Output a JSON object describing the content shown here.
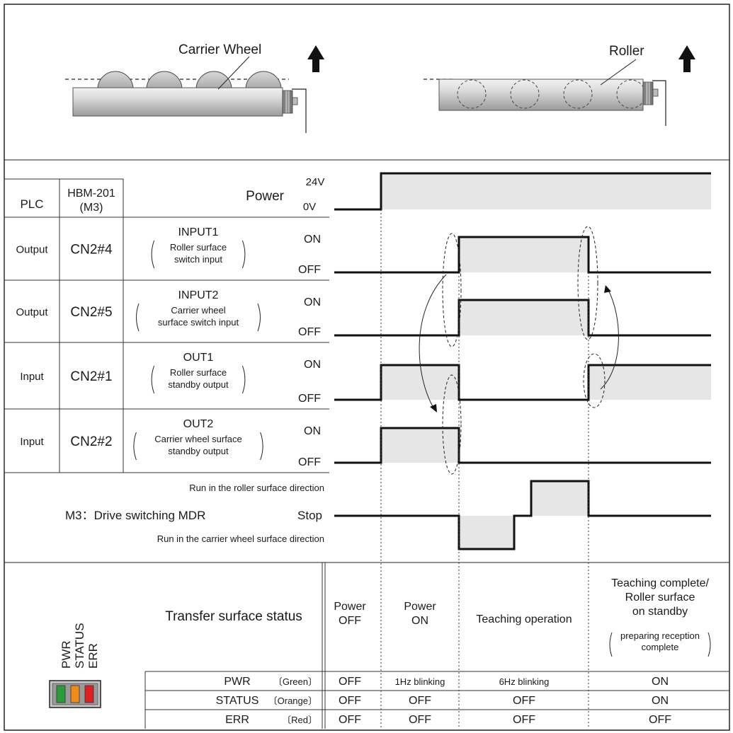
{
  "illustration": {
    "left_label": "Carrier Wheel",
    "right_label": "Roller"
  },
  "header": {
    "col_plc": "PLC",
    "col_hbm_line1": "HBM-201",
    "col_hbm_line2": "(M3)",
    "power_label": "Power",
    "power_high": "24V",
    "power_low": "0V"
  },
  "signals": [
    {
      "direction": "Output",
      "pin": "CN2#4",
      "name": "INPUT1",
      "desc": [
        "Roller surface",
        "switch input"
      ],
      "high": "ON",
      "low": "OFF"
    },
    {
      "direction": "Output",
      "pin": "CN2#5",
      "name": "INPUT2",
      "desc": [
        "Carrier wheel",
        "surface switch input"
      ],
      "high": "ON",
      "low": "OFF"
    },
    {
      "direction": "Input",
      "pin": "CN2#1",
      "name": "OUT1",
      "desc": [
        "Roller surface",
        "standby output"
      ],
      "high": "ON",
      "low": "OFF"
    },
    {
      "direction": "Input",
      "pin": "CN2#2",
      "name": "OUT2",
      "desc": [
        "Carrier wheel surface",
        "standby output"
      ],
      "high": "ON",
      "low": "OFF"
    }
  ],
  "motor": {
    "label": "M3：Drive switching MDR",
    "run_roller": "Run in the roller surface direction",
    "stop": "Stop",
    "run_carrier": "Run in the carrier wheel surface direction"
  },
  "status_table": {
    "title": "Transfer surface status",
    "led_labels": [
      "PWR",
      "STATUS",
      "ERR"
    ],
    "led_colors": [
      "#2a9d3a",
      "#f08c1a",
      "#e02020"
    ],
    "columns": [
      {
        "lines": [
          "Power",
          "OFF"
        ]
      },
      {
        "lines": [
          "Power",
          "ON"
        ]
      },
      {
        "lines": [
          "Teaching operation"
        ]
      },
      {
        "lines": [
          "Teaching complete/",
          "Roller surface",
          "on standby"
        ],
        "sub": [
          "preparing reception",
          "complete"
        ]
      }
    ],
    "rows": [
      {
        "label": "PWR",
        "color": "〔Green〕",
        "values": [
          "OFF",
          "1Hz blinking",
          "6Hz blinking",
          "ON"
        ]
      },
      {
        "label": "STATUS",
        "color": "〔Orange〕",
        "values": [
          "OFF",
          "OFF",
          "OFF",
          "ON"
        ]
      },
      {
        "label": "ERR",
        "color": "〔Red〕",
        "values": [
          "OFF",
          "OFF",
          "OFF",
          "OFF"
        ]
      }
    ]
  }
}
